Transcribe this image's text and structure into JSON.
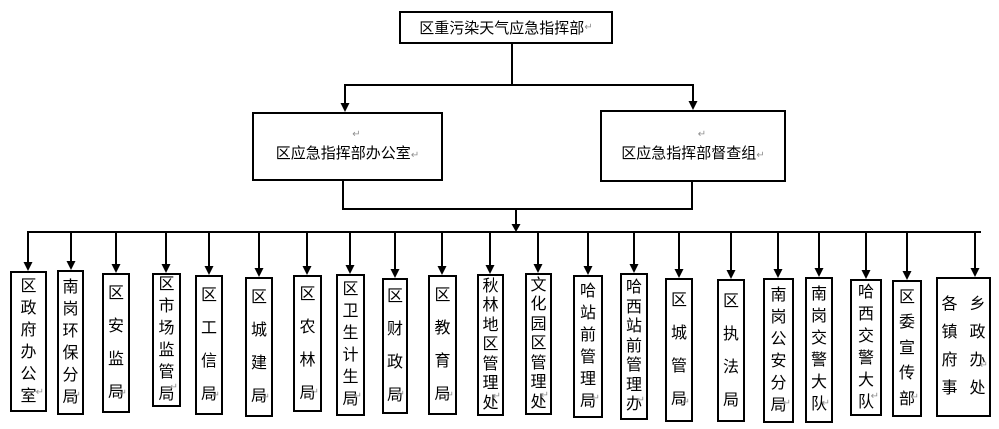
{
  "marks": {
    "pilcrow": "↵"
  },
  "org": {
    "root": {
      "name": "区重污染天气应急指挥部"
    },
    "offices": [
      {
        "name": "区应急指挥部办公室"
      },
      {
        "name": "区应急指挥部督查组"
      }
    ],
    "departments": [
      {
        "name": "区政府办公室"
      },
      {
        "name": "南岗环保分局"
      },
      {
        "name": "区安监局"
      },
      {
        "name": "区市场监管局"
      },
      {
        "name": "区工信局"
      },
      {
        "name": "区城建局"
      },
      {
        "name": "区农林局"
      },
      {
        "name": "区卫生计生局"
      },
      {
        "name": "区财政局"
      },
      {
        "name": "区教育局"
      },
      {
        "name": "秋林地区管理处"
      },
      {
        "name": "文化园区管理处"
      },
      {
        "name": "哈站前管理局"
      },
      {
        "name": "哈西站前管理办"
      },
      {
        "name": "区城管局"
      },
      {
        "name": "区执法局"
      },
      {
        "name": "南岗公安分局"
      },
      {
        "name": "南岗交警大队"
      },
      {
        "name": "哈西交警大队"
      },
      {
        "name": "区委宣传部"
      },
      {
        "name": "各乡镇政府办事处"
      }
    ],
    "colors": {
      "line": "#000000",
      "box_border": "#000000",
      "text": "#000000",
      "paragraph_mark": "#909090",
      "background": "#ffffff"
    }
  }
}
